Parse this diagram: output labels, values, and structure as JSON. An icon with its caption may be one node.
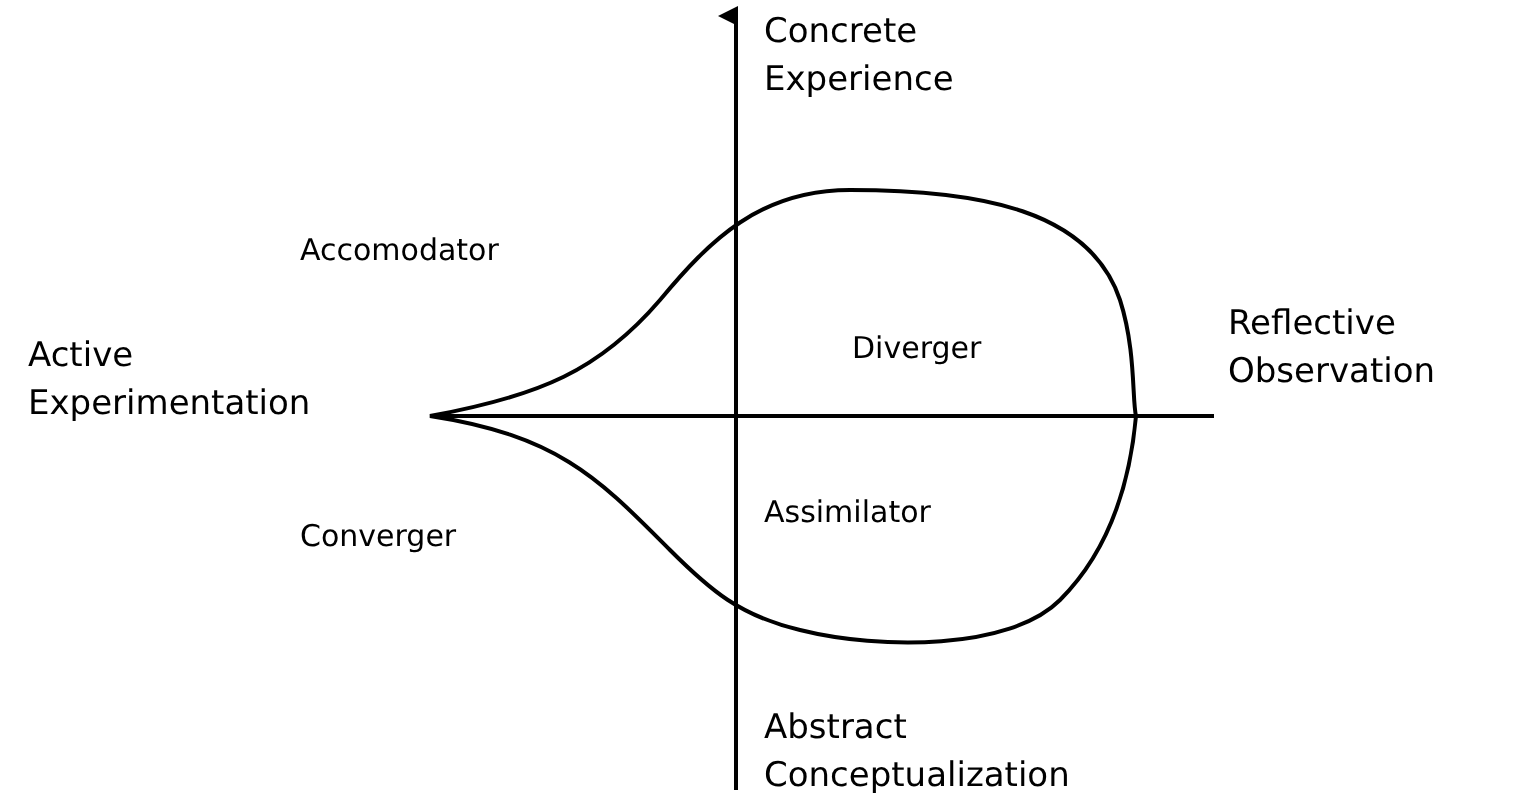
{
  "diagram": {
    "labels": [
      "Concrete Experience",
      "Accomodator",
      "Diverger",
      "Active Experimentation",
      "Reflective Observation",
      "Converger",
      "Assimilator",
      "Abstract Conceptualization"
    ]
  }
}
